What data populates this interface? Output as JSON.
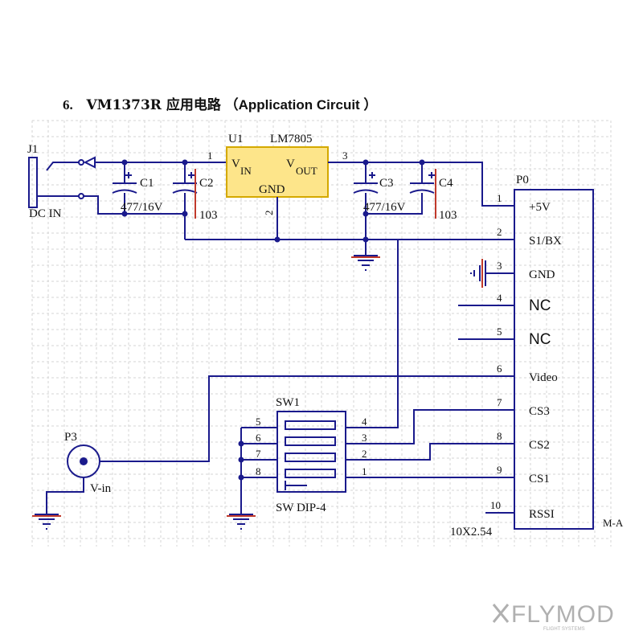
{
  "heading": {
    "number": "6.",
    "title_cn": "VM1373R 应用电路",
    "title_en": "（Application Circuit ）"
  },
  "j1": {
    "ref": "J1",
    "label": "DC IN"
  },
  "u1": {
    "ref": "U1",
    "part": "LM7805",
    "vin": "V",
    "vin_sub": "IN",
    "vout": "V",
    "vout_sub": "OUT",
    "gnd": "GND",
    "pin1": "1",
    "pin2": "2",
    "pin3": "3"
  },
  "caps": {
    "c1": {
      "ref": "C1",
      "value": "477/16V"
    },
    "c2": {
      "ref": "C2",
      "value": "103"
    },
    "c3": {
      "ref": "C3",
      "value": "477/16V"
    },
    "c4": {
      "ref": "C4",
      "value": "103"
    }
  },
  "p0": {
    "ref": "P0",
    "footprint": "10X2.54",
    "pins": [
      {
        "num": "1",
        "name": "+5V"
      },
      {
        "num": "2",
        "name": "S1/BX"
      },
      {
        "num": "3",
        "name": "GND"
      },
      {
        "num": "4",
        "name": "NC"
      },
      {
        "num": "5",
        "name": "NC"
      },
      {
        "num": "6",
        "name": "Video"
      },
      {
        "num": "7",
        "name": "CS3"
      },
      {
        "num": "8",
        "name": "CS2"
      },
      {
        "num": "9",
        "name": "CS1"
      },
      {
        "num": "10",
        "name": "RSSI"
      }
    ],
    "side_text": "M-A"
  },
  "sw1": {
    "ref": "SW1",
    "part": "SW DIP-4",
    "left_pins": [
      "5",
      "6",
      "7",
      "8"
    ],
    "right_pins": [
      "4",
      "3",
      "2",
      "1"
    ]
  },
  "p3": {
    "ref": "P3",
    "label": "V-in"
  },
  "logo": {
    "brand": "FLYMOD",
    "sub": "FLIGHT SYSTEMS"
  },
  "colors": {
    "wire": "#1a1a8c",
    "accent": "#c0392b",
    "ic_fill": "#fde58a",
    "logo": "#b0b0b0"
  }
}
